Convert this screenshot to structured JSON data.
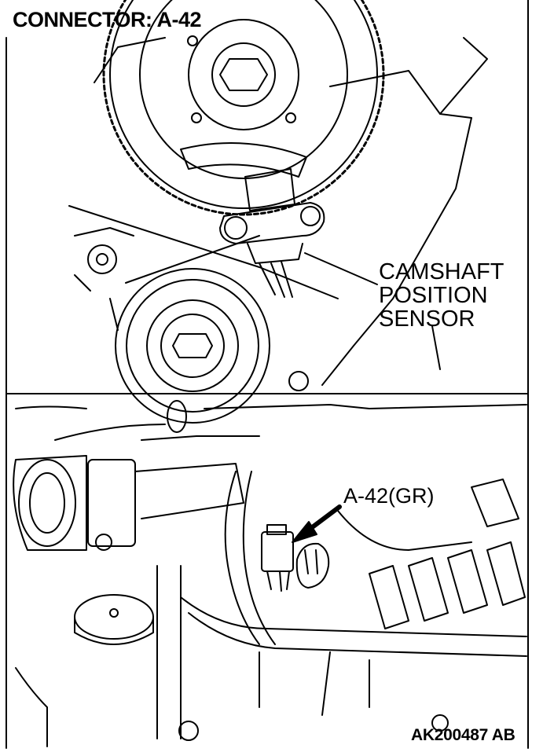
{
  "header": {
    "title": "CONNECTOR: A-42"
  },
  "top_view": {
    "callout": [
      "CAMSHAFT",
      "POSITION",
      "SENSOR"
    ]
  },
  "bottom_view": {
    "connector_label": "A-42(GR)"
  },
  "footer": {
    "figure_code": "AK200487 AB"
  }
}
